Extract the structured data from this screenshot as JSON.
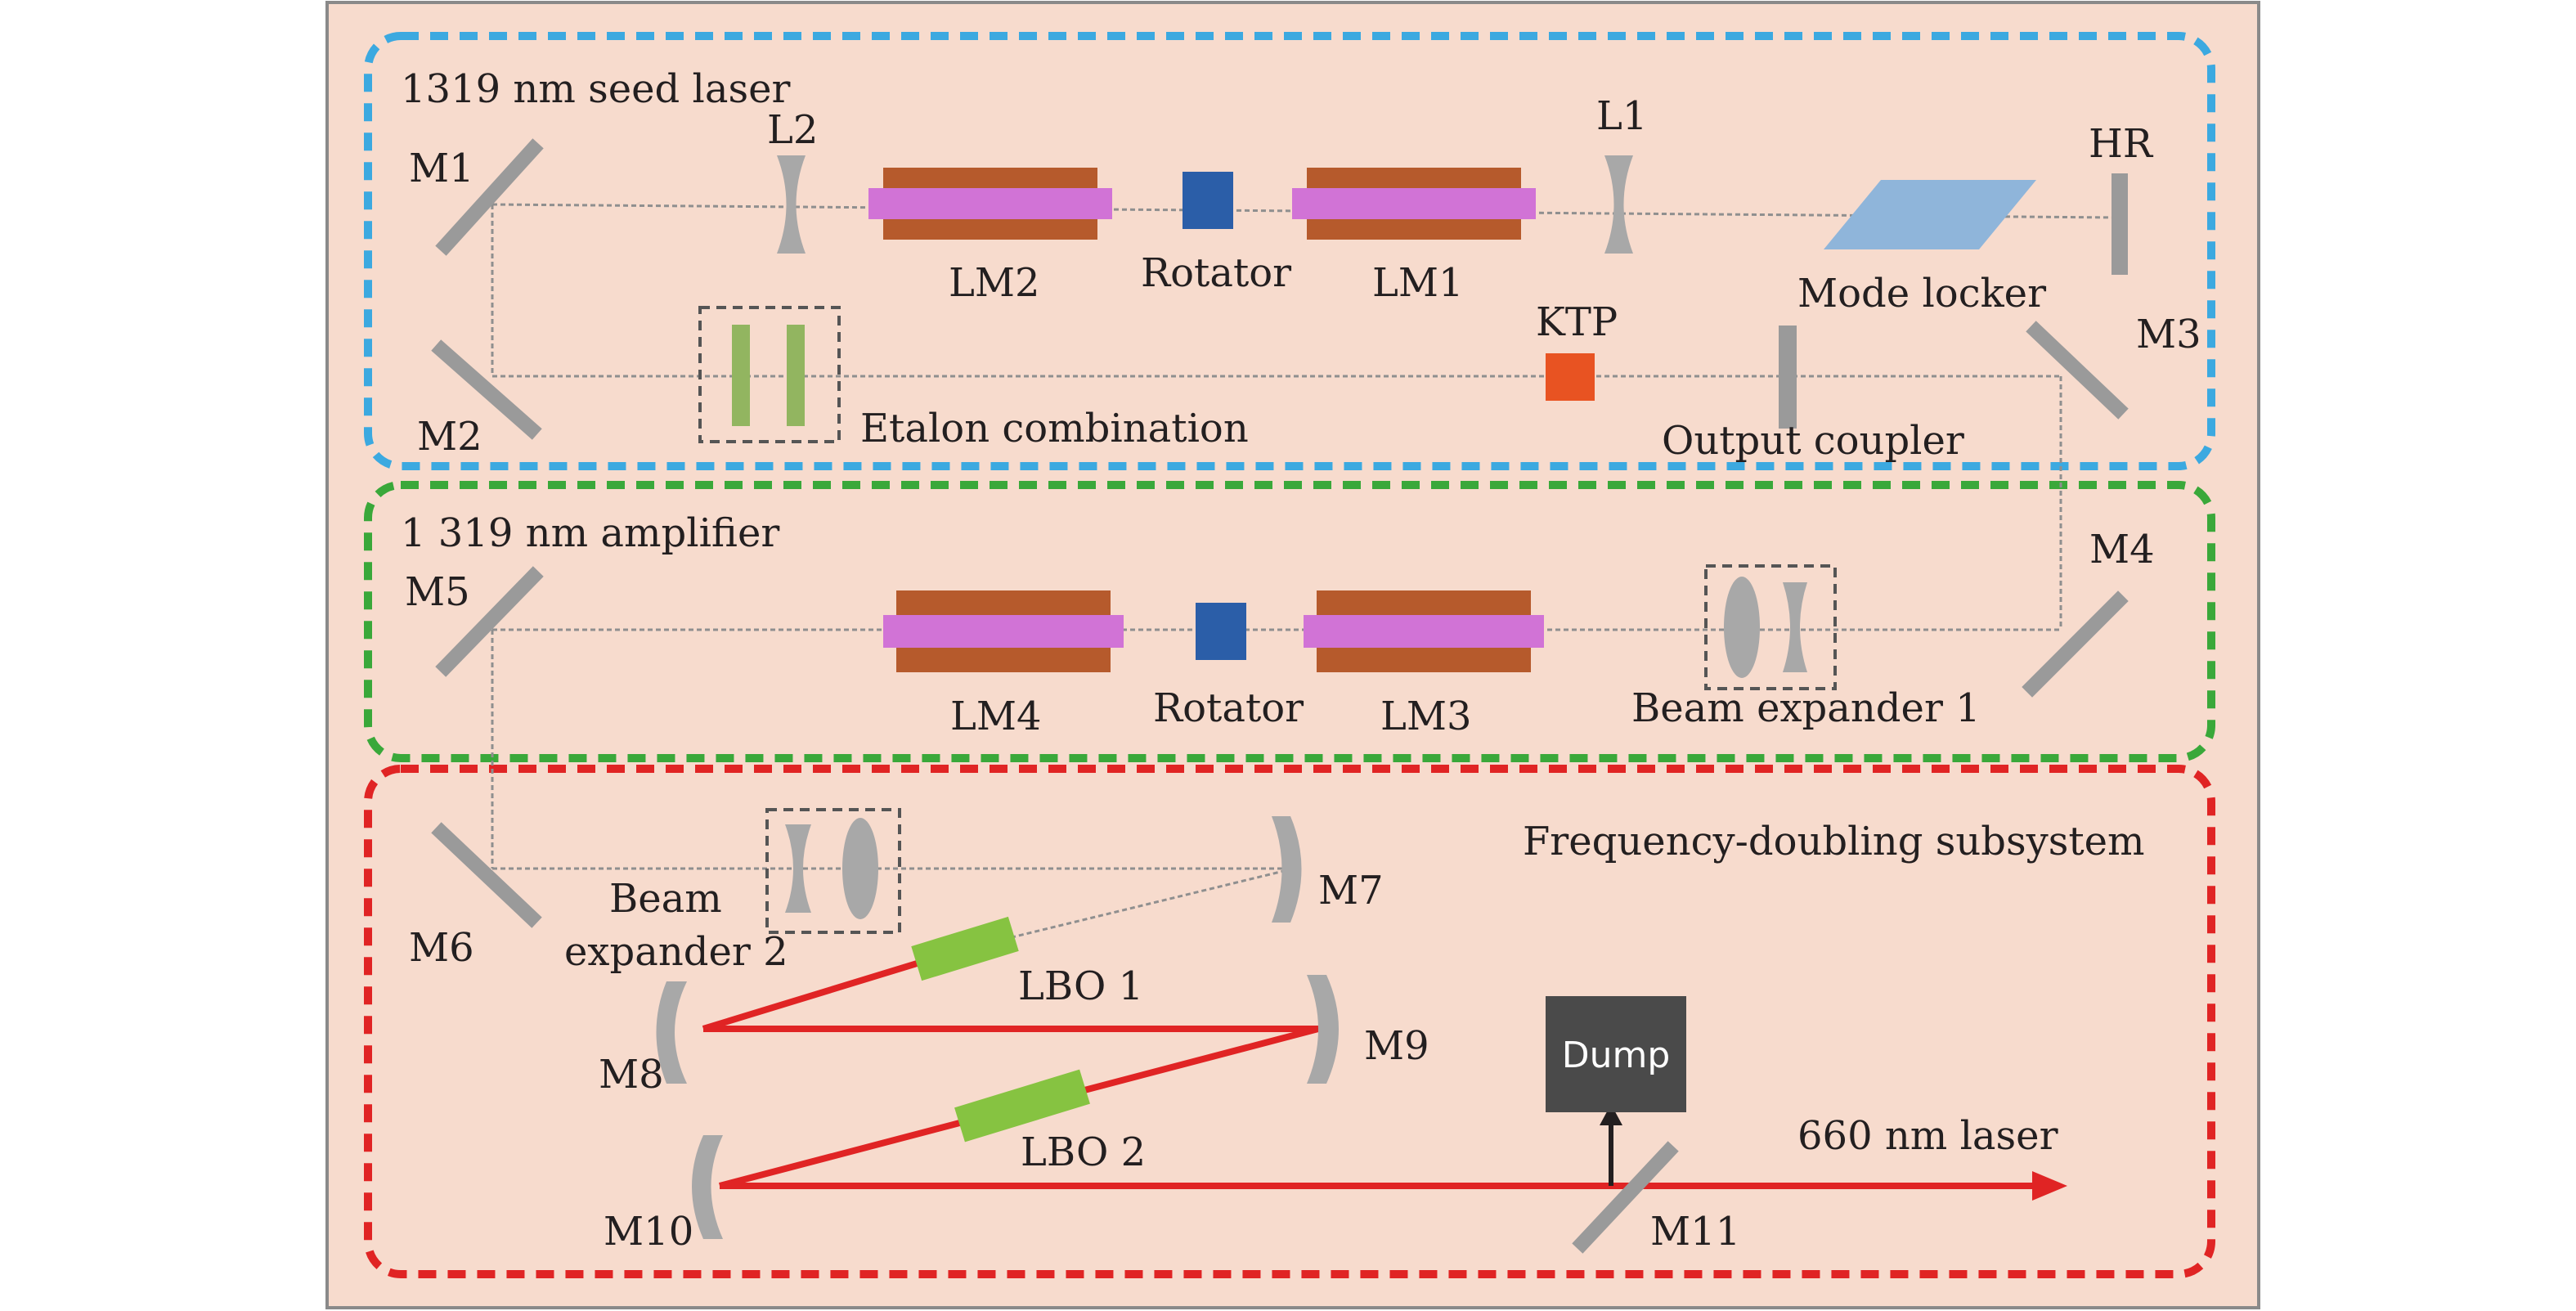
{
  "sections": {
    "seed": "1319 nm seed laser",
    "amp": "1 319 nm amplifier",
    "freq": "Frequency-doubling subsystem"
  },
  "labels": {
    "m1": "M1",
    "m2": "M2",
    "m3": "M3",
    "m4": "M4",
    "m5": "M5",
    "m6": "M6",
    "m7": "M7",
    "m8": "M8",
    "m9": "M9",
    "m10": "M10",
    "m11": "M11",
    "l1": "L1",
    "l2": "L2",
    "hr": "HR",
    "lm1": "LM1",
    "lm2": "LM2",
    "lm3": "LM3",
    "lm4": "LM4",
    "rotator1": "Rotator",
    "rotator2": "Rotator",
    "ktp": "KTP",
    "mode_locker": "Mode locker",
    "etalon": "Etalon combination",
    "output_coupler": "Output coupler",
    "beam_expander1": "Beam expander 1",
    "beam_expander2_line1": "Beam",
    "beam_expander2_line2": "expander 2",
    "lbo1": "LBO 1",
    "lbo2": "LBO 2",
    "dump": "Dump",
    "output_laser": "660 nm laser"
  },
  "colors": {
    "background": "#f7dbcd",
    "seed_border": "#3ca9e0",
    "amp_border": "#3aa83a",
    "freq_border": "#e02424",
    "laser_red": "#e02424",
    "module_brown": "#b65a2c",
    "rod_pink": "#d173d6",
    "rotator_blue": "#2b5ea8",
    "ktp_orange": "#e85322",
    "crystal_green": "#86c341",
    "etalon_green": "#92b560",
    "mirror_gray": "#9a9a9a",
    "dump_gray": "#4a4a4a",
    "mode_locker_blue": "#8fb5da"
  }
}
